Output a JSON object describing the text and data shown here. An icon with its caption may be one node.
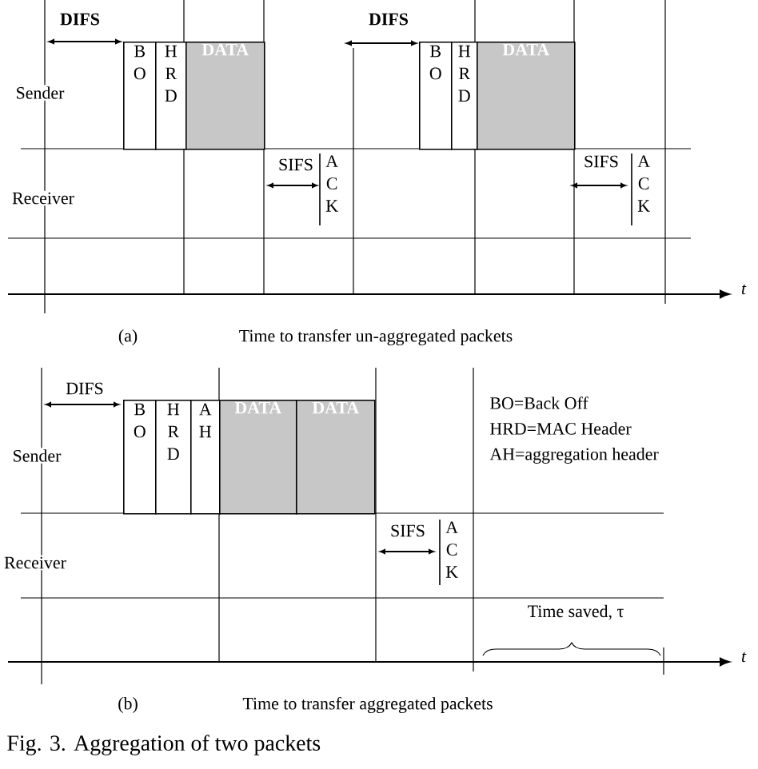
{
  "diagram": {
    "caption": "Fig. 3. Aggregation of two packets",
    "nodes": [
      {
        "text": [
          "B O"
        ]
      },
      {
        "text": [
          "H R D"
        ]
      },
      {
        "text": [
          "DATA"
        ]
      },
      {
        "text": [
          "A C K"
        ]
      },
      {
        "text": [
          "B O"
        ]
      },
      {
        "text": [
          "H R D"
        ]
      },
      {
        "text": [
          "DATA"
        ]
      },
      {
        "text": [
          "A C K"
        ]
      },
      {
        "text": [
          "B O"
        ]
      },
      {
        "text": [
          "H R D"
        ]
      },
      {
        "text": [
          "A H"
        ]
      },
      {
        "text": [
          "DATA"
        ]
      },
      {
        "text": [
          "DATA"
        ]
      },
      {
        "text": [
          "A C K"
        ]
      }
    ],
    "labels": [
      "DIFS",
      "DIFS",
      "Sender",
      "SIFS",
      "SIFS",
      "Receiver",
      "t",
      "(a)",
      "Time to transfer un-aggregated packets",
      "DIFS",
      "BO=Back Off",
      "HRD=MAC Header",
      "Sender",
      "AH=aggregation header",
      "SIFS",
      "Receiver",
      "Time saved, τ",
      "t",
      "(b)",
      "Time to transfer aggregated packets"
    ]
  }
}
